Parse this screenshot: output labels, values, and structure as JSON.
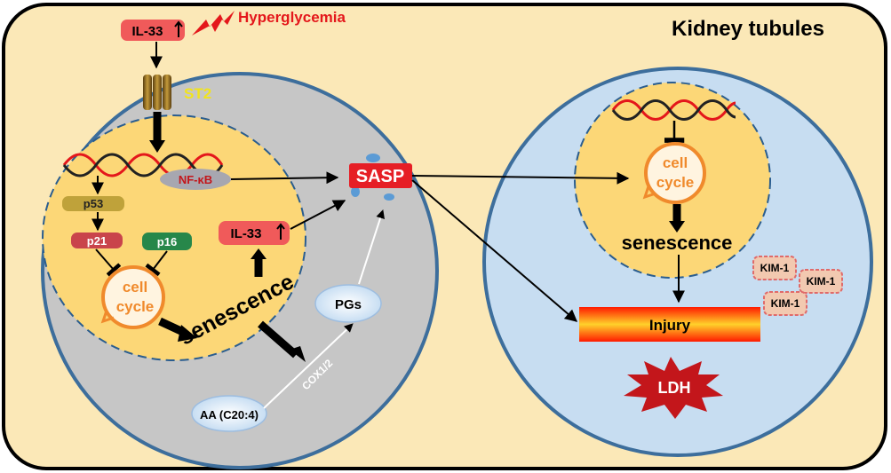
{
  "stimulus_label": "Hyperglycemia",
  "region_label": "Kidney tubules",
  "receptor_label": "ST2",
  "left_cell": {
    "il33_top": "IL-33",
    "il33_inner": "IL-33",
    "nfkb": "NF-κB",
    "p53": "p53",
    "p21": "p21",
    "p16": "p16",
    "cell_cycle_line1": "cell",
    "cell_cycle_line2": "cycle",
    "senescence": "senescence",
    "pgs": "PGs",
    "aa": "AA (C20:4)",
    "cox": "COX1/2"
  },
  "sasp": "SASP",
  "right_cell": {
    "cell_cycle_line1": "cell",
    "cell_cycle_line2": "cycle",
    "senescence": "senescence",
    "injury": "Injury",
    "ldh": "LDH",
    "kim1": [
      "KIM-1",
      "KIM-1",
      "KIM-1"
    ]
  },
  "colors": {
    "stimulus_red": "#e4171b",
    "tubule_bg": "#fbe8b7",
    "left_cell": "#c6c6c6",
    "right_cell": "#c7ddf1",
    "nucleus": "#fcd777",
    "sasp_red": "#e61e25",
    "cycle_orange": "#f08a2c",
    "receptor_yellow": "#f1e41c"
  }
}
